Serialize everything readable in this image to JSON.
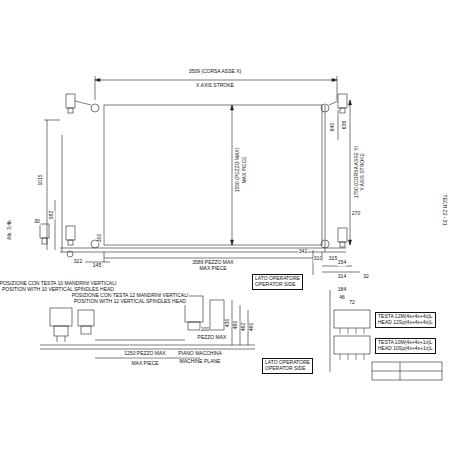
{
  "diagram": {
    "nodes": [
      {
        "text": [
          "LATO OPERATORE",
          "OPERATOR SIDE"
        ]
      },
      {
        "text": [
          "LATO OPERATORE",
          "OPERATOR SIDE"
        ]
      },
      {
        "text": [
          "TESTA 12M(4x+4x+4x)L",
          "HEAD 12Sp(4x+4x+4x)L"
        ]
      },
      {
        "text": [
          "TESTA 10M(4x+4x+1x)L",
          "HEAD 10Sp(4x+4x+1x)L"
        ]
      }
    ],
    "labels": [
      "3509 (CORSA ASSE X)",
      "X AXIS STROKE",
      "1750 (CORSA ASSE Y)",
      "Y AXIS STROKE",
      "1550 (PEZZO MAX)",
      "MAX PIECE",
      "3586 PEZZO MAX",
      "MAX PIECE",
      "1015",
      "582",
      "30",
      "145",
      "300",
      "322",
      "640",
      "270",
      "636",
      "342",
      "310",
      "315",
      "154",
      "314",
      "32",
      "184",
      "46",
      "72",
      "POSIZIONE CON TESTA 10 MANDRINI VERTICALI",
      "POSITION WITH 10 VERTICAL SPINDLES HEAD",
      "POSIZIONE CON TESTA 12 MANDRINI VERTICALI",
      "POSITION WITH 12 VERTICAL SPINDLES HEAD",
      "1250 PEZZO MAX",
      "MAX PIECE",
      "PIANO MACCHINA",
      "MACHINE PLANE",
      "PEZZO MAX",
      "100",
      "430",
      "480",
      "462",
      "460",
      "TECH Z2 - 31",
      "Alb. 3.4b"
    ]
  }
}
